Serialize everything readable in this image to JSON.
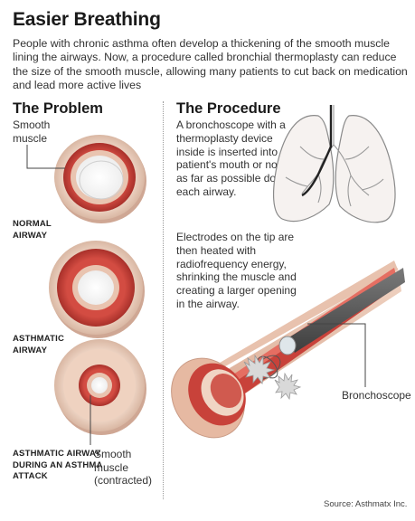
{
  "header": {
    "title": "Easier Breathing",
    "intro": "People with chronic asthma often develop a thickening of the smooth muscle lining the airways. Now, a procedure called bronchial thermoplasty can reduce the size of the smooth muscle, allowing many patients to cut back on medication and lead more active lives"
  },
  "problem": {
    "heading": "The Problem",
    "smooth_muscle_label": "Smooth muscle",
    "normal_label": "NORMAL AIRWAY",
    "asthmatic_label": "ASTHMATIC AIRWAY",
    "attack_label": "ASTHMATIC AIRWAY DURING AN ASTHMA ATTACK",
    "contracted_label": "Smooth muscle (contracted)"
  },
  "procedure": {
    "heading": "The Procedure",
    "step1": "A bronchoscope with a thermoplasty device inside is inserted into the patient's mouth or nose as far as possible down each airway.",
    "step2": "Electrodes on the tip are then heated with radiofrequency energy, shrinking the muscle and creating a larger opening in the airway.",
    "bronchoscope_label": "Bronchoscope"
  },
  "source": "Source: Asthmatx Inc.",
  "colors": {
    "muscle": "#c8423a",
    "wall": "#ecc9b6",
    "lung_outline": "#8a8a8a",
    "scope": "#5a5a5a"
  }
}
